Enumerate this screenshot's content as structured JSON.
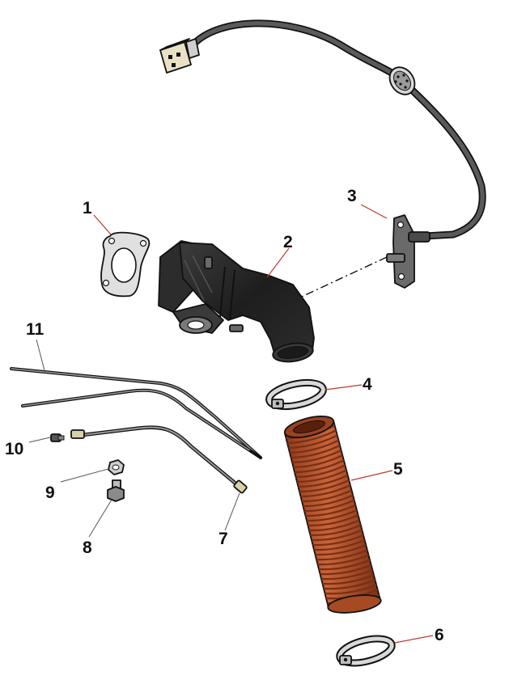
{
  "callouts": {
    "c1": "1",
    "c2": "2",
    "c3": "3",
    "c4": "4",
    "c5": "5",
    "c6": "6",
    "c7": "7",
    "c8": "8",
    "c9": "9",
    "c10": "10",
    "c11": "11"
  },
  "colors": {
    "hose": "#b4522a",
    "hose_ridge": "#7a2f14",
    "elbow": "#2a2a2a",
    "cable": "#5a5a5a",
    "connector": "#e9e1c4",
    "gasket": "#e0e0e0",
    "clamp": "#d8d8d8",
    "leader": "#c0392b"
  }
}
